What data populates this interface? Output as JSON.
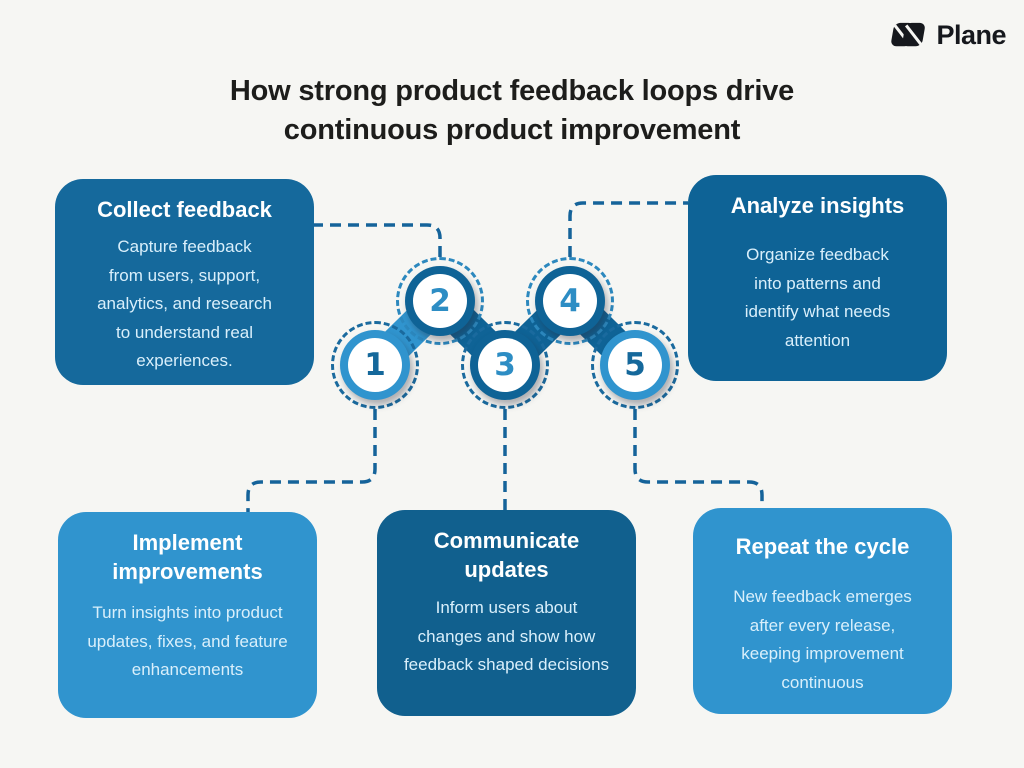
{
  "brand": {
    "name": "Plane"
  },
  "title": "How strong product feedback loops drive\ncontinuous product improvement",
  "colors": {
    "background": "#F6F6F3",
    "title_text": "#1D1D1B",
    "logo_text": "#16181D",
    "dash_line": "#15639A",
    "body_text": "#D9EFFB",
    "ring_dark": "#0F6396",
    "ring_light": "#3094CE"
  },
  "steps": [
    {
      "number": "1",
      "ring_color": "#3094CE",
      "number_color": "#15689B",
      "dash_color": "#1A6A9E"
    },
    {
      "number": "2",
      "ring_color": "#0F6396",
      "number_color": "#2D8DC4",
      "dash_color": "#2C88BE"
    },
    {
      "number": "3",
      "ring_color": "#0F6396",
      "number_color": "#2D8DC4",
      "dash_color": "#1A6A9E"
    },
    {
      "number": "4",
      "ring_color": "#0F6396",
      "number_color": "#2D8DC4",
      "dash_color": "#2C88BE"
    },
    {
      "number": "5",
      "ring_color": "#3094CE",
      "number_color": "#15689B",
      "dash_color": "#1A6A9E"
    }
  ],
  "cards": {
    "collect": {
      "title": "Collect feedback",
      "body": "Capture feedback\nfrom users, support,\nanalytics, and research\nto understand real\nexperiences.",
      "color": "#15699C"
    },
    "analyze": {
      "title": "Analyze insights",
      "body": "Organize feedback\ninto patterns and\nidentify what needs\nattention",
      "color": "#0E6396"
    },
    "implement": {
      "title": "Implement\nimprovements",
      "body": "Turn insights into product\nupdates, fixes, and feature\nenhancements",
      "color": "#3094CE"
    },
    "communicate": {
      "title": "Communicate\nupdates",
      "body": "Inform users about\nchanges and show how\nfeedback shaped decisions",
      "color": "#11608E"
    },
    "repeat": {
      "title": "Repeat the cycle",
      "body": "New feedback emerges\nafter every release,\nkeeping improvement\ncontinuous",
      "color": "#3094CE"
    }
  }
}
